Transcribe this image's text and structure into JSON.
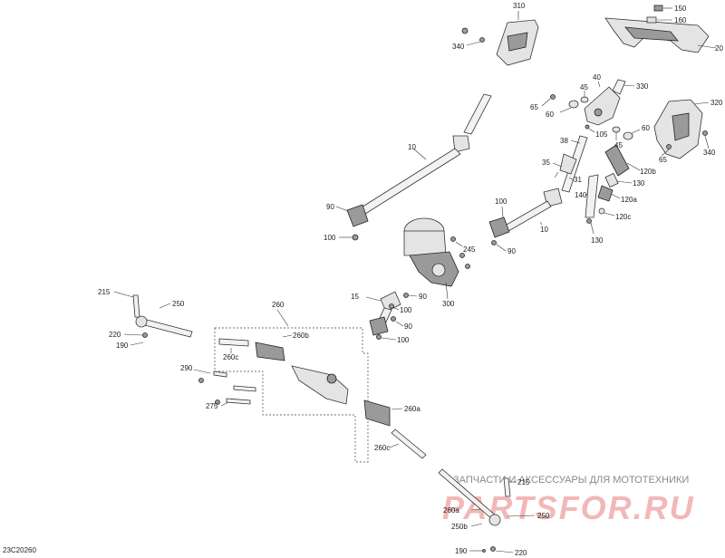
{
  "diagram": {
    "code": "23C20260",
    "watermark": {
      "caption": "ЗАПЧАСТИ И АКСЕССУАРЫ ДЛЯ МОТОТЕХНИКИ",
      "logo": "PARTSFOR.RU"
    },
    "callouts": {
      "c310": "310",
      "c150": "150",
      "c160": "160",
      "c20": "20",
      "c340a": "340",
      "c40": "40",
      "c330": "330",
      "c45a": "45",
      "c65a": "65",
      "c60a": "60",
      "c320": "320",
      "c60b": "60",
      "c105": "105",
      "c45b": "45",
      "c340b": "340",
      "c65b": "65",
      "c38": "38",
      "c35": "35",
      "c31": "31",
      "c120b": "120b",
      "c130a": "130",
      "c140": "140",
      "c120a": "120a",
      "c120c": "120c",
      "c130b": "130",
      "c10a": "10",
      "c90a": "90",
      "c100a": "100",
      "c100b": "100",
      "c10b": "10",
      "c90b": "90",
      "c245": "245",
      "c15": "15",
      "c90c": "90",
      "c100c": "100",
      "c90d": "90",
      "c100d": "100",
      "c300": "300",
      "c215a": "215",
      "c250a": "250",
      "c220a": "220",
      "c190a": "190",
      "c260": "260",
      "c260b": "260b",
      "c260c1": "260c",
      "c290": "290",
      "c275": "275",
      "c260a": "260a",
      "c260c2": "260c",
      "c215b": "215",
      "c260a2": "260a",
      "c250b": "250",
      "c250b2": "250b",
      "c190b": "190",
      "c220b": "220"
    }
  }
}
